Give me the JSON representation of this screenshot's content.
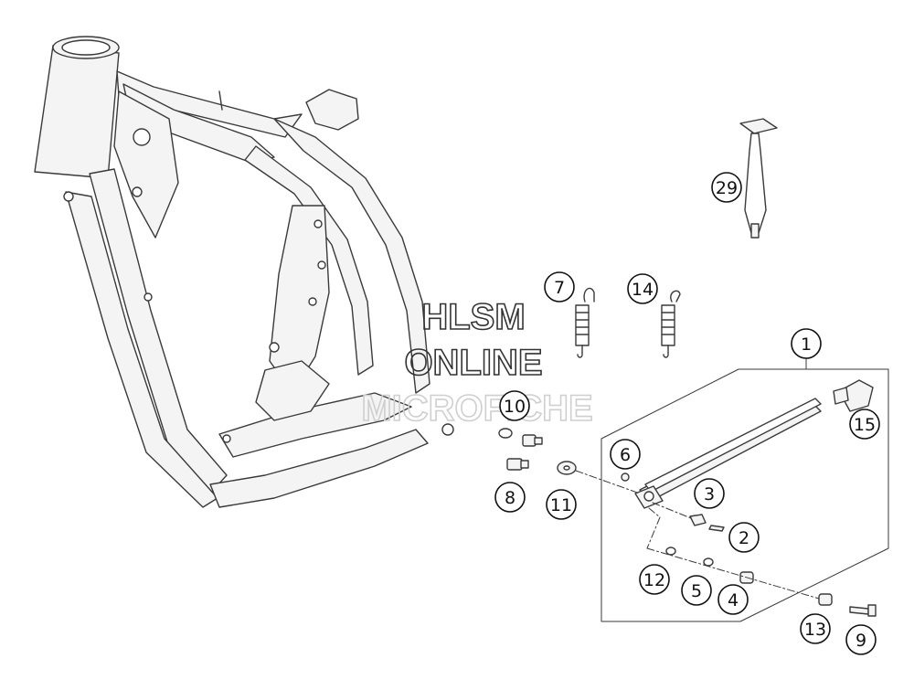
{
  "callouts": [
    {
      "id": "c1",
      "label": "1"
    },
    {
      "id": "c2",
      "label": "2"
    },
    {
      "id": "c3",
      "label": "3"
    },
    {
      "id": "c4",
      "label": "4"
    },
    {
      "id": "c5",
      "label": "5"
    },
    {
      "id": "c6",
      "label": "6"
    },
    {
      "id": "c7",
      "label": "7"
    },
    {
      "id": "c8",
      "label": "8"
    },
    {
      "id": "c9",
      "label": "9"
    },
    {
      "id": "c10",
      "label": "10"
    },
    {
      "id": "c11",
      "label": "11"
    },
    {
      "id": "c12",
      "label": "12"
    },
    {
      "id": "c13",
      "label": "13"
    },
    {
      "id": "c14",
      "label": "14"
    },
    {
      "id": "c15",
      "label": "15"
    },
    {
      "id": "c29",
      "label": "29"
    }
  ],
  "watermark": {
    "line1": "HLSM",
    "line2": "ONLINE",
    "line3": "MICROFICHE"
  },
  "colors": {
    "line": "#3a3a3a",
    "frame_fill": "#f4f4f4",
    "watermark_dark": "#333333",
    "watermark_light": "#cfcfcf"
  }
}
